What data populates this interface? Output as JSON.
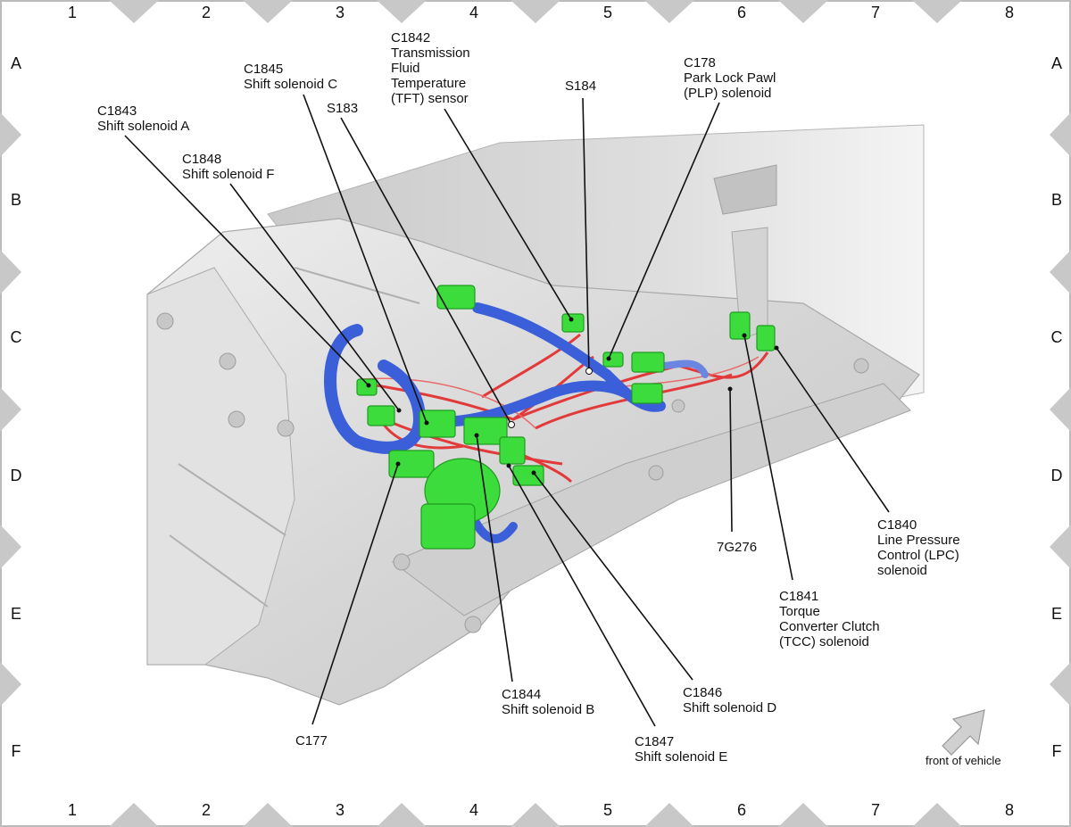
{
  "grid": {
    "columns": [
      "1",
      "2",
      "3",
      "4",
      "5",
      "6",
      "7",
      "8"
    ],
    "rows": [
      "A",
      "B",
      "C",
      "D",
      "E",
      "F"
    ]
  },
  "callouts": {
    "c1843": [
      "C1843",
      "Shift solenoid A"
    ],
    "c1845": [
      "C1845",
      "Shift solenoid C"
    ],
    "c1842": [
      "C1842",
      "Transmission",
      "Fluid",
      "Temperature",
      "(TFT) sensor"
    ],
    "s184": [
      "S184"
    ],
    "c178": [
      "C178",
      "Park Lock Pawl",
      "(PLP) solenoid"
    ],
    "s183": [
      "S183"
    ],
    "c1848": [
      "C1848",
      "Shift solenoid F"
    ],
    "c1840": [
      "C1840",
      "Line Pressure",
      "Control (LPC)",
      "solenoid"
    ],
    "p7g276": [
      "7G276"
    ],
    "c1841": [
      "C1841",
      "Torque",
      "Converter Clutch",
      "(TCC) solenoid"
    ],
    "c1844": [
      "C1844",
      "Shift solenoid B"
    ],
    "c1846": [
      "C1846",
      "Shift solenoid D"
    ],
    "c1847": [
      "C1847",
      "Shift solenoid E"
    ],
    "c177": [
      "C177"
    ]
  },
  "orientation": {
    "caption": "front of vehicle",
    "icon": "arrow-up-right-icon"
  },
  "colors": {
    "connector": "#3ddc3d",
    "harness_red": "#e23a3a",
    "harness_blue": "#3a5fd9",
    "housing": "#d9d9d9",
    "marker": "#c8c8c8"
  }
}
